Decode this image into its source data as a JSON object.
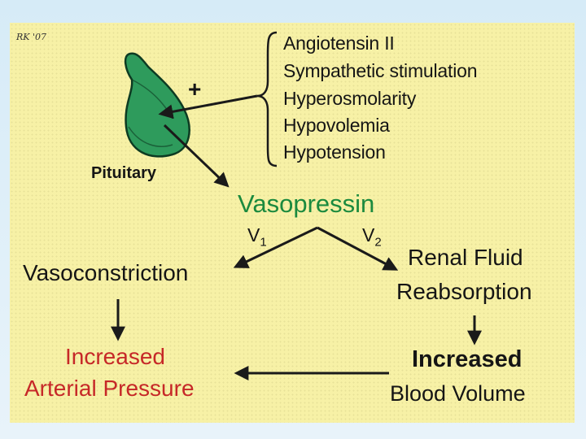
{
  "signature": "RK '07",
  "pituitary": {
    "label": "Pituitary",
    "plus_sign": "+"
  },
  "stimuli": [
    "Angiotensin II",
    "Sympathetic stimulation",
    "Hyperosmolarity",
    "Hypovolemia",
    "Hypotension"
  ],
  "hormone": {
    "name": "Vasopressin",
    "v1_label": "V",
    "v1_sub": "1",
    "v2_label": "V",
    "v2_sub": "2"
  },
  "left_path": {
    "effect": "Vasoconstriction",
    "result_line1": "Increased",
    "result_line2": "Arterial Pressure"
  },
  "right_path": {
    "effect_line1": "Renal Fluid",
    "effect_line2": "Reabsorption",
    "result_line1": "Increased",
    "result_line2": "Blood Volume"
  },
  "colors": {
    "background": "#d6ebf7",
    "panel": "#f7f1a6",
    "hormone": "#1b8a3e",
    "outcome": "#c62828",
    "gland": "#2e9b5c"
  }
}
